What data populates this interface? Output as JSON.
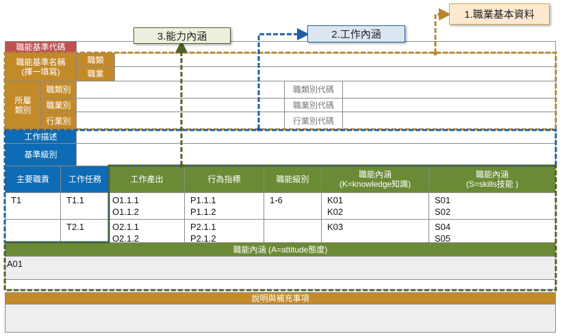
{
  "callouts": {
    "basic": "1.職業基本資料",
    "work": "2.工作內涵",
    "ability": "3.能力內涵"
  },
  "form": {
    "code_label": "職能基準代碼",
    "name_label": "職能基準名稱\n(擇一填寫)",
    "name_sub": [
      "職類",
      "職業"
    ],
    "category_label": "所屬\n類別",
    "category_sub": [
      "職類別",
      "職業別",
      "行業別"
    ],
    "category_code": [
      "職類別代碼",
      "職業別代碼",
      "行業別代碼"
    ],
    "work_desc_label": "工作描述",
    "level_label": "基準級別"
  },
  "table": {
    "headers": [
      "主要職責",
      "工作任務",
      "工作產出",
      "行為指標",
      "職能級別",
      "職能內涵\n(K=knowledge知識)",
      "職能內涵\n(S=skills技能 )"
    ],
    "rows": [
      [
        "T1",
        "T1.1",
        "O1.1.1\nO1.1.2",
        "P1.1.1\nP1.1.2",
        "1-6",
        "K01\nK02",
        "S01\nS02"
      ],
      [
        "",
        "T2.1",
        "O2.1.1\nO2.1.2",
        "P2.1.1\nP2.1.2",
        "",
        "K03",
        "S04\nS05"
      ]
    ],
    "attitude_header": "職能內涵 (A=attitude態度)",
    "attitude_value": "A01",
    "notes_header": "說明與補充事項"
  },
  "colors": {
    "red": "#C0504D",
    "gold": "#C38A2A",
    "blue": "#0E6BB5",
    "green": "#6B8A35"
  }
}
